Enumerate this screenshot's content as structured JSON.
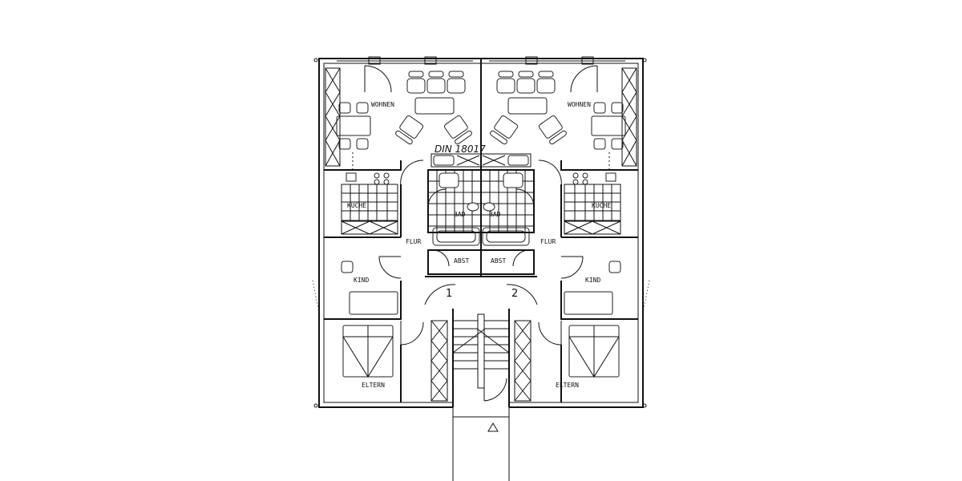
{
  "plan": {
    "rooms_left": {
      "wohnen": "WOHNEN",
      "kueche": "KÜCHE",
      "bad": "BAD",
      "flur": "FLUR",
      "abst": "ABST",
      "kind": "KIND",
      "eltern": "ELTERN",
      "unit": "1"
    },
    "rooms_right": {
      "wohnen": "WOHNEN",
      "kueche": "KÜCHE",
      "bad": "BAD",
      "flur": "FLUR",
      "abst": "ABST",
      "kind": "KIND",
      "eltern": "ELTERN",
      "unit": "2"
    },
    "annotation": "DIN 18017",
    "line_color": "#111111",
    "background": "#ffffff"
  }
}
